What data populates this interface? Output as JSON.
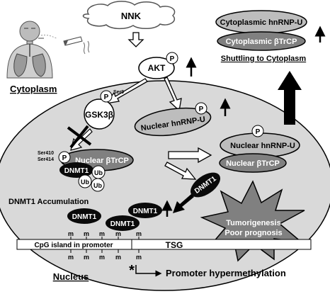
{
  "trigger": {
    "label": "NNK"
  },
  "regions": {
    "cytoplasm": "Cytoplasm",
    "nucleus": "Nucleus"
  },
  "kinase": {
    "akt": "AKT",
    "phospho": "P"
  },
  "gsk": {
    "label": "GSK3β",
    "site": "Ser9",
    "phospho": "P"
  },
  "nuclear_hnrnpu": {
    "label": "Nuclear hnRNP-U",
    "phospho": "P"
  },
  "nuclear_btrcp": {
    "label": "Nuclear βTrCP",
    "site_a": "Ser410",
    "site_b": "Ser414",
    "phospho": "P"
  },
  "complex": {
    "dnmt1": "DNMT1",
    "ub": "Ub"
  },
  "right_complex": {
    "hnrnpu": "Nuclear hnRNP-U",
    "btrcp": "Nuclear βTrCP",
    "phospho": "P"
  },
  "cytoplasmic": {
    "hnrnpu": "Cytoplasmic hnRNP-U",
    "btrcp": "Cytoplasmic βTrCP",
    "shuttle": "Shuttling to Cytoplasm"
  },
  "free_dnmt1": "DNMT1",
  "accumulation": {
    "label": "DNMT1 Accumulation",
    "items": [
      "DNMT1",
      "DNMT1",
      "DNMT1"
    ]
  },
  "outcome": {
    "line1": "Tumorigenesis",
    "line2": "Poor prognosis"
  },
  "dna": {
    "cpg": "CpG island in promoter",
    "tsg": "TSG",
    "methyl": "m",
    "star": "*",
    "hypermethylation": "Promoter hypermethylation"
  },
  "colors": {
    "nucleus_fill": "#d9d9d9",
    "dark_node": "#0a0a0a",
    "gray_node": "#808080",
    "light_gray_node": "#bdbdbd",
    "white": "#ffffff"
  }
}
